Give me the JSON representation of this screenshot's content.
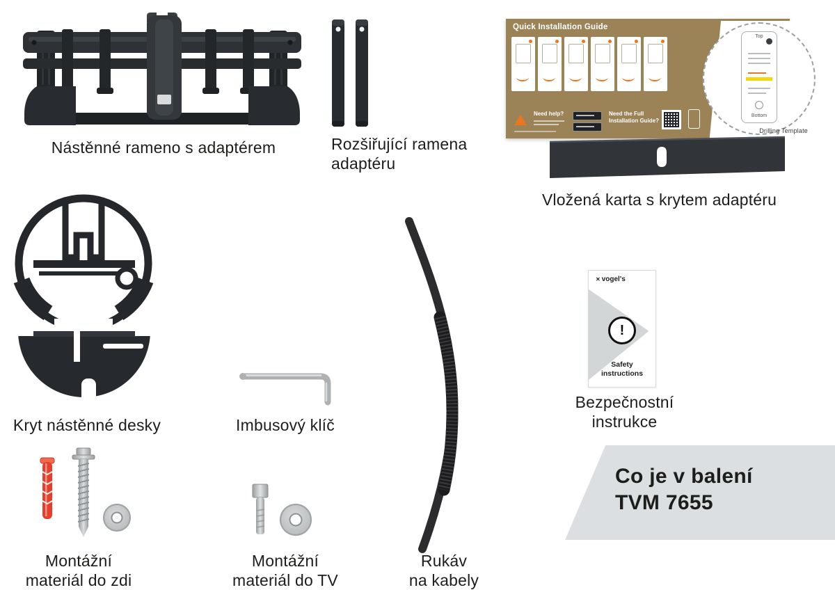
{
  "banner": {
    "line1": "Co je v balení",
    "line2": "TVM 7655",
    "bg": "#dcdfe1",
    "text_color": "#1d1d1b"
  },
  "labels": {
    "wall_arm": "Nástěnné rameno s adaptérem",
    "extension_arms_line1": "Rozšiřující ramena",
    "extension_arms_line2": "adaptéru",
    "insert_card": "Vložená karta s krytem adaptéru",
    "wall_cover": "Kryt nástěnné desky",
    "allen_key": "Imbusový klíč",
    "safety_line1": "Bezpečnostní",
    "safety_line2": "instrukce",
    "wall_hardware_line1": "Montážní",
    "wall_hardware_line2": "materiál do zdi",
    "tv_hardware_line1": "Montážní",
    "tv_hardware_line2": "materiál do TV",
    "cable_sleeve_line1": "Rukáv",
    "cable_sleeve_line2": "na kabely"
  },
  "guide": {
    "title": "Quick Installation Guide",
    "need_help": "Need help?",
    "full_guide_line1": "Need the Full",
    "full_guide_line2": "Installation Guide?",
    "drilling_template": "Drilling Template",
    "template_top": "Top",
    "template_bottom": "Bottom",
    "bg": "#9b8257",
    "accent": "#e87722"
  },
  "safety_card": {
    "brand_mark": "✕",
    "brand": "vogel's",
    "warning_icon": "!",
    "text_line1": "Safety",
    "text_line2": "instructions"
  },
  "colors": {
    "component_dark": "#2b2f33",
    "metal": "#bfc2c4",
    "plug_red": "#e2402c",
    "banner_gray": "#dcdfe1",
    "text": "#1d1d1b"
  }
}
